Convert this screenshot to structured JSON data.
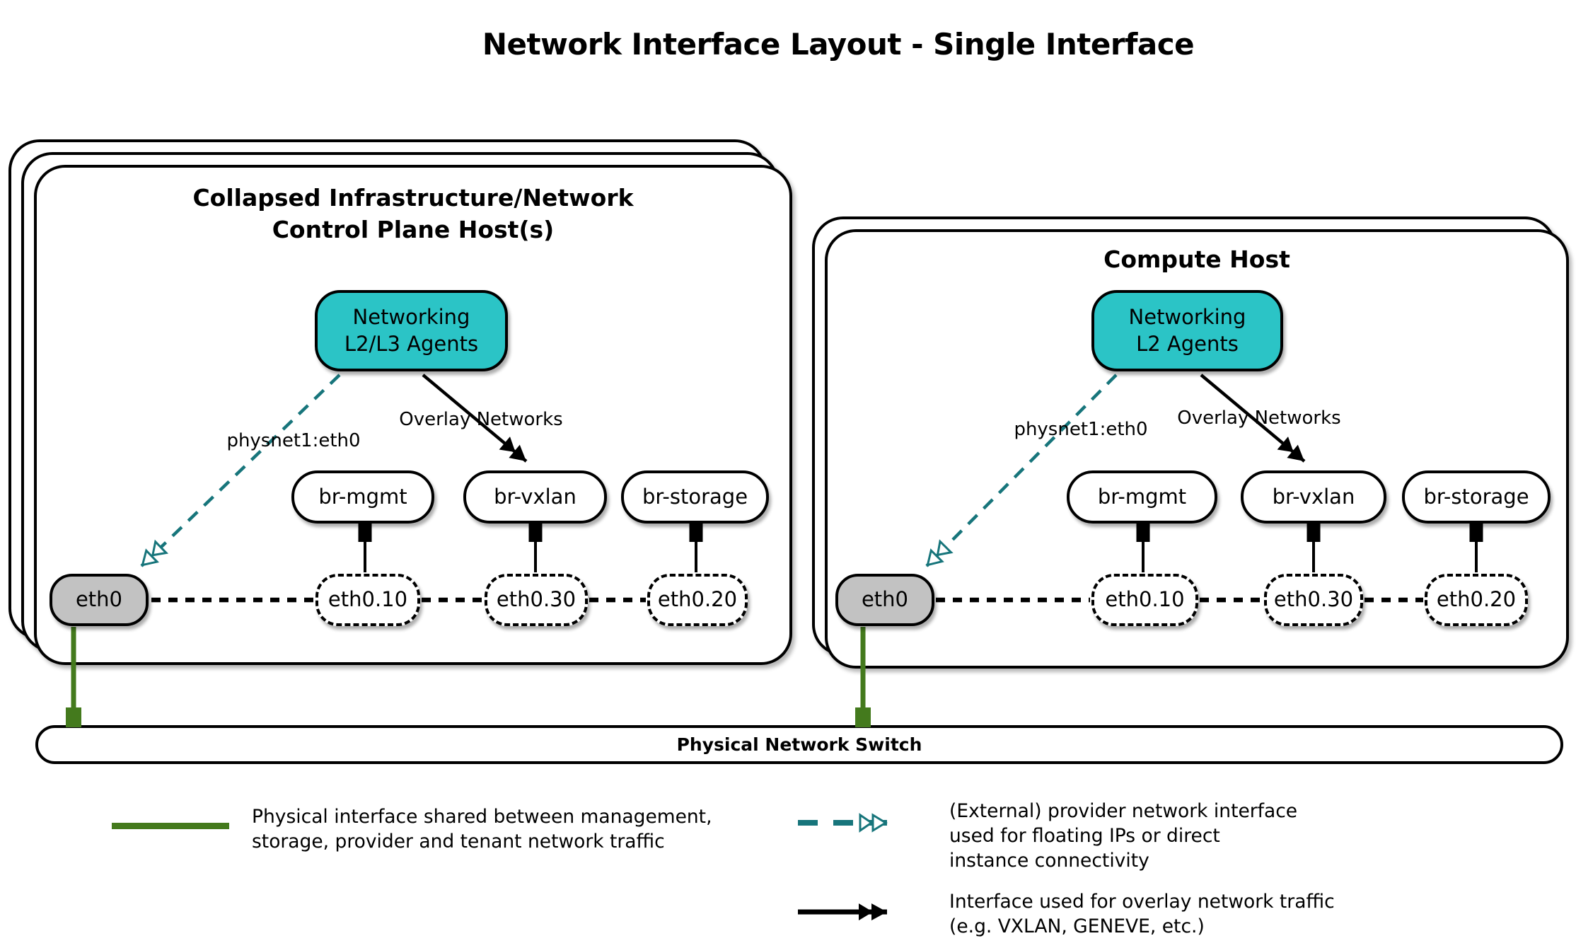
{
  "title": "Network Interface Layout - Single Interface",
  "hosts": [
    {
      "title_lines": [
        "Collapsed Infrastructure/Network",
        "Control Plane Host(s)"
      ],
      "agent_lines": [
        "Networking",
        "L2/L3 Agents"
      ],
      "provider_label": "physnet1:eth0",
      "overlay_label": "Overlay Networks",
      "bridges": [
        "br-mgmt",
        "br-vxlan",
        "br-storage"
      ],
      "vlans": [
        "eth0.10",
        "eth0.30",
        "eth0.20"
      ],
      "nic": "eth0"
    },
    {
      "title_lines": [
        "Compute Host"
      ],
      "agent_lines": [
        "Networking",
        "L2 Agents"
      ],
      "provider_label": "physnet1:eth0",
      "overlay_label": "Overlay Networks",
      "bridges": [
        "br-mgmt",
        "br-vxlan",
        "br-storage"
      ],
      "vlans": [
        "eth0.10",
        "eth0.30",
        "eth0.20"
      ],
      "nic": "eth0"
    }
  ],
  "switch": {
    "label": "Physical Network Switch"
  },
  "legend": {
    "items": [
      {
        "icon": "green-solid-line",
        "lines": [
          "Physical interface shared between management,",
          "storage, provider and tenant network traffic"
        ]
      },
      {
        "icon": "teal-dashed-double-arrow",
        "lines": [
          "(External) provider network interface",
          "used for floating IPs or direct",
          "instance connectivity"
        ]
      },
      {
        "icon": "black-solid-double-arrow",
        "lines": [
          "Interface used for overlay network traffic",
          "(e.g. VXLAN, GENEVE, etc.)"
        ]
      }
    ]
  },
  "colors": {
    "agent_fill": "#2BC4C6",
    "provider_arrow": "#17757B",
    "physical_line": "#447A1D",
    "nic_fill": "#C2C2C2"
  }
}
